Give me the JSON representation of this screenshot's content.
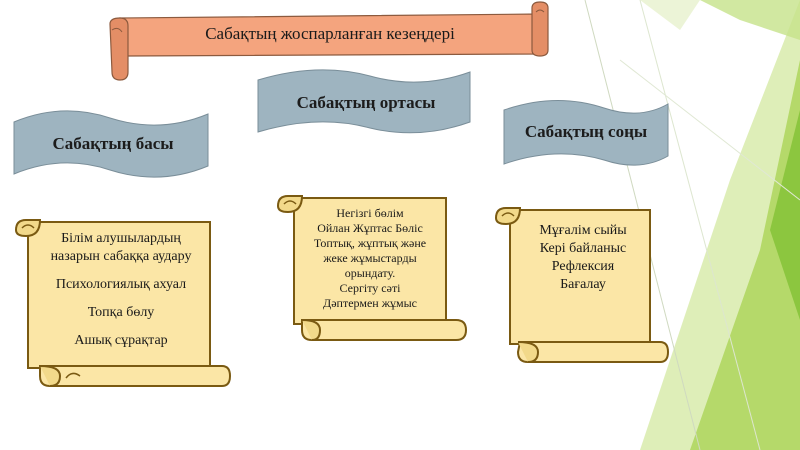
{
  "title": "Сабақтың жоспарланған кезеңдері",
  "stages": {
    "start": "Сабақтың басы",
    "middle": "Сабақтың ортасы",
    "end": "Сабақтың соңы"
  },
  "start_items": [
    "Білім алушылардың",
    "назарын сабаққа аудару",
    "Психологиялық ахуал",
    "Топқа бөлу",
    "Ашық сұрақтар"
  ],
  "middle_items": [
    "Негізгі бөлім",
    "Ойлан Жұптас Бөліс",
    "Топтық, жұптық және",
    "жеке жұмыстарды",
    "орындату.",
    "Сергіту сәті",
    "Дәптермен жұмыс"
  ],
  "end_items": [
    "Мұғалім сыйы",
    "Кері байланыс",
    "Рефлексия",
    "Бағалау"
  ],
  "colors": {
    "title_scroll": "#f4a47e",
    "banner": "#9eb4c0",
    "scroll": "#fbe6a6",
    "scroll_border": "#7a5a12",
    "green_1": "#8cc63f",
    "green_2": "#b5d96a",
    "green_3": "#d6eaa6"
  }
}
